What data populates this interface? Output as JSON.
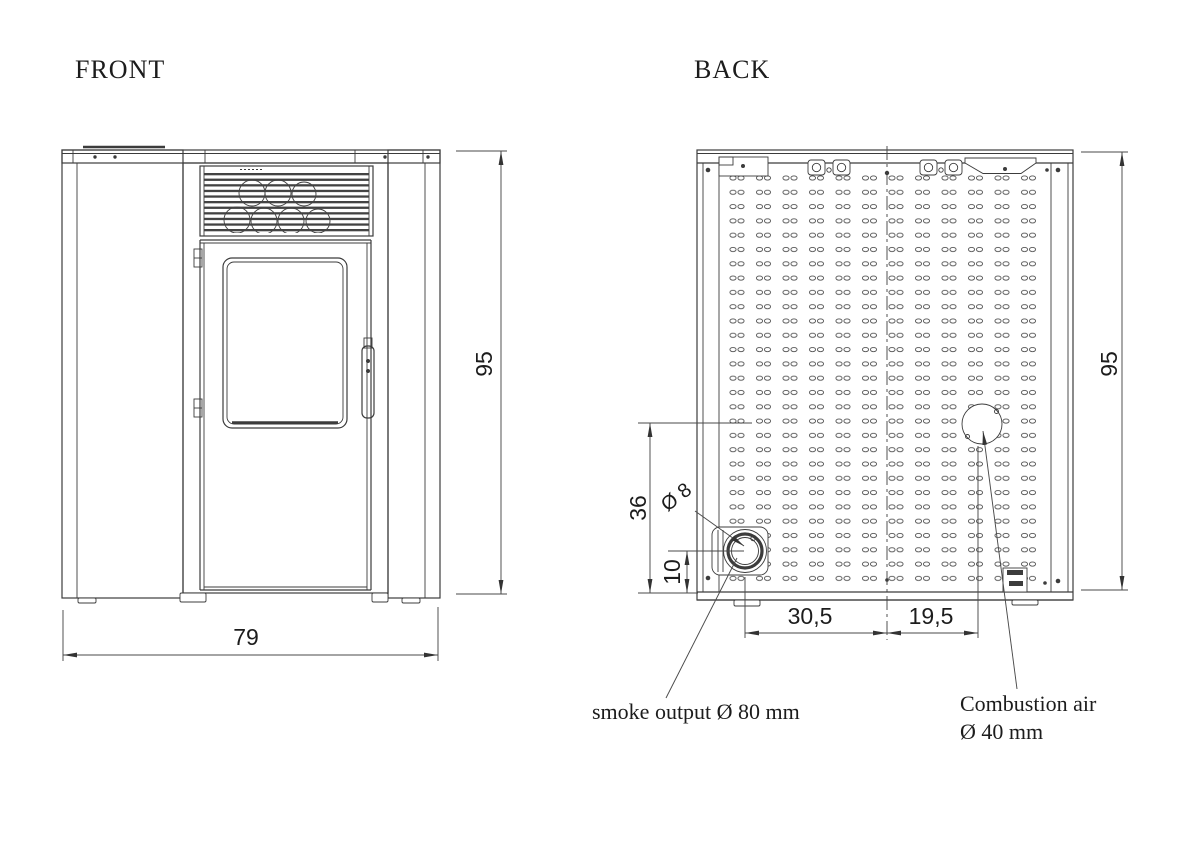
{
  "front_view": {
    "title": "FRONT",
    "dim_height": "95",
    "dim_width": "79"
  },
  "back_view": {
    "title": "BACK",
    "dim_height": "95",
    "dim_air_center_height": "36",
    "dim_smoke_center_height": "10",
    "dim_smoke_pipe_diameter": "Ø 8",
    "dim_smoke_to_centerline": "30,5",
    "dim_centerline_to_air": "19,5",
    "label_smoke_output": "smoke output Ø 80 mm",
    "label_combustion_air_line1": "Combustion air",
    "label_combustion_air_line2": "Ø 40 mm"
  },
  "colors": {
    "background": "#ffffff",
    "line": "#3c3c3c",
    "dimension": "#4a4a4a",
    "text": "#1c1c1c"
  }
}
